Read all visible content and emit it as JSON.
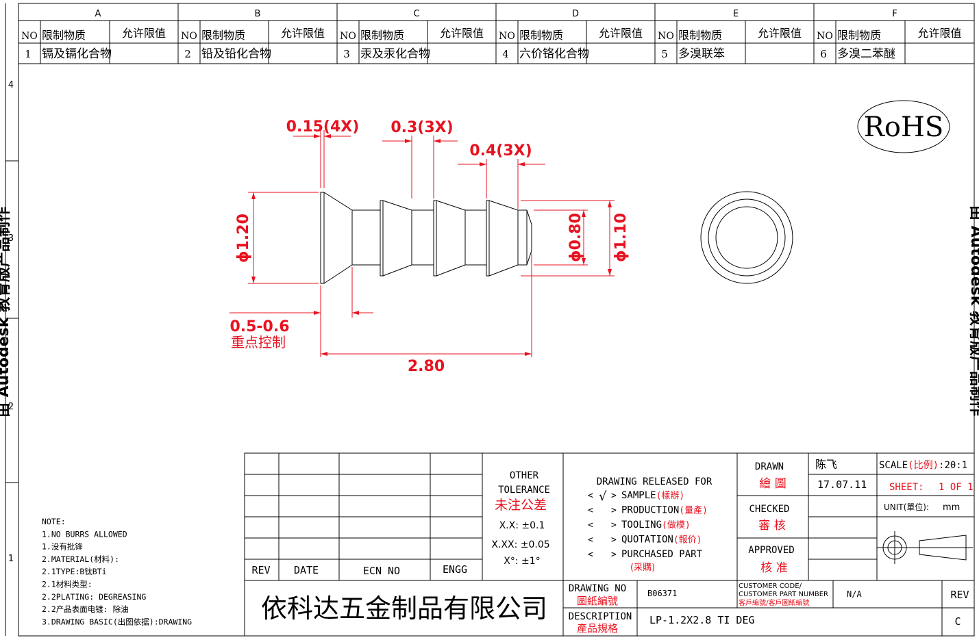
{
  "zones": {
    "columns": [
      "A",
      "B",
      "C",
      "D",
      "E",
      "F"
    ],
    "rows": [
      "4",
      "3",
      "2",
      "1"
    ]
  },
  "restricted_substances": {
    "header_no": "NO",
    "header_substance": "限制物质",
    "header_limit": "允许限值",
    "items": [
      {
        "no": "1",
        "name": "镉及镉化合物",
        "limit": ""
      },
      {
        "no": "2",
        "name": "铅及铅化合物",
        "limit": ""
      },
      {
        "no": "3",
        "name": "汞及汞化合物",
        "limit": ""
      },
      {
        "no": "4",
        "name": "六价铬化合物",
        "limit": ""
      },
      {
        "no": "5",
        "name": "多溴联笨",
        "limit": ""
      },
      {
        "no": "6",
        "name": "多溴二苯醚",
        "limit": ""
      }
    ]
  },
  "rohs_label": "RoHS",
  "dimensions": {
    "d1": "0.15(4X)",
    "d2": "0.3(3X)",
    "d3": "0.4(3X)",
    "dia_left": "ϕ1.20",
    "dia_small": "ϕ0.80",
    "dia_right": "ϕ1.10",
    "head_len": "0.5-0.6",
    "key_control": "重点控制",
    "total_len": "2.80"
  },
  "watermark_left": "由 Autodesk 教育版产品制作",
  "watermark_right": "由 Autodesk 教育版产品制作",
  "notes": [
    "NOTE:",
    "1.NO BURRS ALLOWED",
    "1.没有批锋",
    "2.MATERIAL(材料):",
    "2.1TYPE:B钛BTi",
    "2.1材料类型:",
    "2.2PLATING: DEGREASING",
    "2.2产品表面电镀: 除油",
    "3.DRAWING BASIC(出图依据):DRAWING"
  ],
  "revision_table": {
    "rev": "REV",
    "date": "DATE",
    "ecn": "ECN NO",
    "engg": "ENGG"
  },
  "tolerance": {
    "line1": "OTHER",
    "line2": "TOLERANCE",
    "cn": "未注公差",
    "xx": "X.X: ±0.1",
    "xxx": "X.XX: ±0.05",
    "angle": "X°: ±1°"
  },
  "release": {
    "title": "DRAWING RELEASED FOR",
    "items": [
      {
        "mark": "√",
        "en": "SAMPLE",
        "cn": "(樣辦)"
      },
      {
        "mark": "",
        "en": "PRODUCTION",
        "cn": "(量產)"
      },
      {
        "mark": "",
        "en": "TOOLING",
        "cn": "(做模)"
      },
      {
        "mark": "",
        "en": "QUOTATION",
        "cn": "(報价)"
      },
      {
        "mark": "",
        "en": "PURCHASED PART",
        "cn": "(采購)"
      }
    ]
  },
  "title_block": {
    "drawn_en": "DRAWN",
    "drawn_cn": "繪 圖",
    "drawn_name": "陈飞",
    "drawn_date": "17.07.11",
    "checked_en": "CHECKED",
    "checked_cn": "審 核",
    "approved_en": "APPROVED",
    "approved_cn": "核 准",
    "scale_label": "SCALE",
    "scale_cn": "(比例)",
    "scale_value": ":20:1",
    "sheet_label": "SHEET:",
    "sheet_value": "1 OF 1",
    "unit_label": "UNIT(單位):",
    "unit_value": "mm",
    "company": "依科达五金制品有限公司",
    "drawing_no_en": "DRAWING NO",
    "drawing_no_cn": "圖紙編號",
    "drawing_no": "B06371",
    "customer_code_1": "CUSTOMER CODE/",
    "customer_code_2": "CUSTOMER PART NUMBER",
    "customer_code_cn": "客戶編號/客戶圖紙編號",
    "customer_value": "N/A",
    "rev_label": "REV",
    "rev_value": "C",
    "description_en": "DESCRIPTION",
    "description_cn": "產品規格",
    "description": "LP-1.2X2.8 TI DEG"
  }
}
